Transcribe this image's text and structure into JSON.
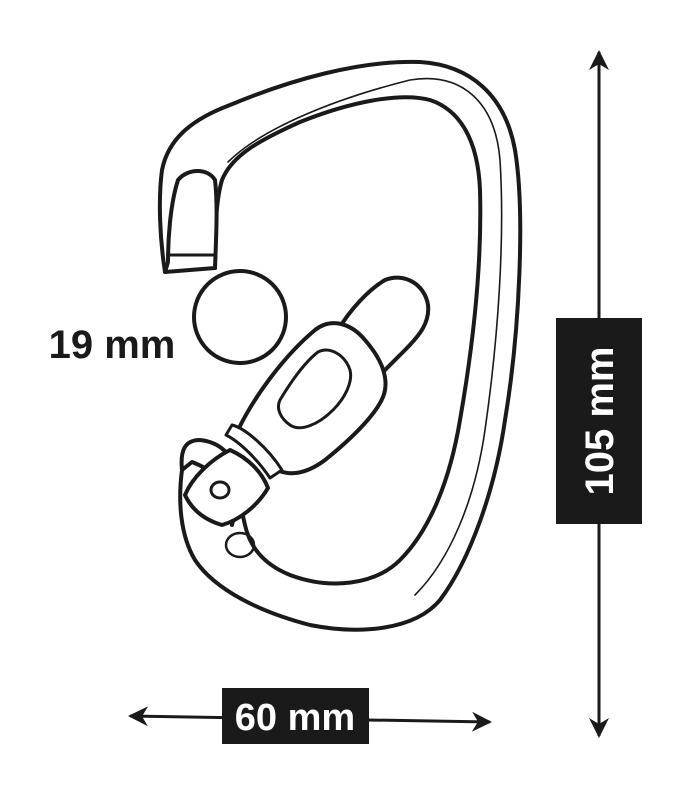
{
  "dimensions": {
    "gate_opening": "19 mm",
    "height": "105 mm",
    "width": "60 mm"
  },
  "colors": {
    "ink": "#1a1a1a",
    "label_box": "#1a1a1a",
    "label_text_on_box": "#ffffff",
    "background": "#ffffff"
  }
}
